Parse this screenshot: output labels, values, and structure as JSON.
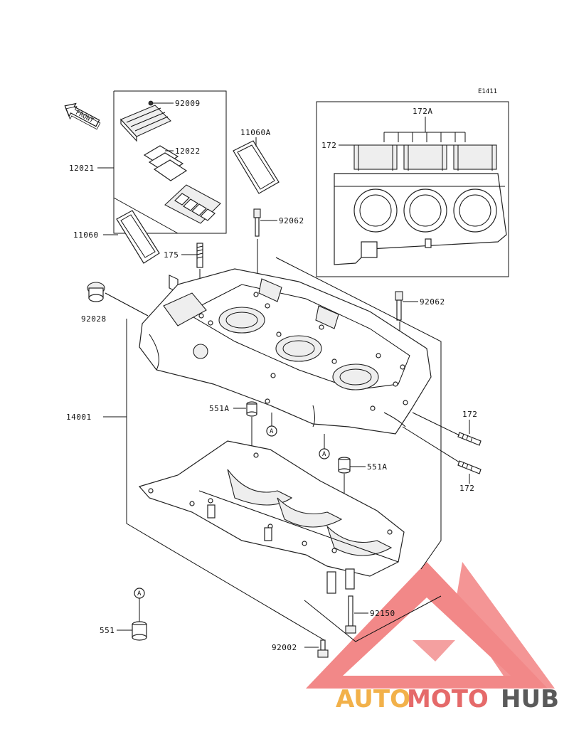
{
  "diagram_code": "E1411",
  "front_label": "FRONT",
  "parts": {
    "p92009": "92009",
    "p12022": "12022",
    "p12021": "12021",
    "p11060A": "11060A",
    "p11060": "11060",
    "p92062_top": "92062",
    "p175": "175",
    "p92028": "92028",
    "p92062_right": "92062",
    "p14001": "14001",
    "p551A_left": "551A",
    "p551A_right": "551A",
    "p172_upper": "172",
    "p172_lower": "172",
    "p92150": "92150",
    "p551": "551",
    "p92002": "92002"
  },
  "inset": {
    "p172A": "172A",
    "p172": "172"
  },
  "markers": {
    "a1": "A",
    "a2": "A",
    "a3": "A"
  },
  "watermark": {
    "part1": "AUTO",
    "part2": "MOTO",
    "part3": "HUB",
    "colors": {
      "auto": "#f2b14a",
      "moto": "#e05a5a",
      "hub": "#555555",
      "triangle": "#ef5a5a"
    }
  }
}
